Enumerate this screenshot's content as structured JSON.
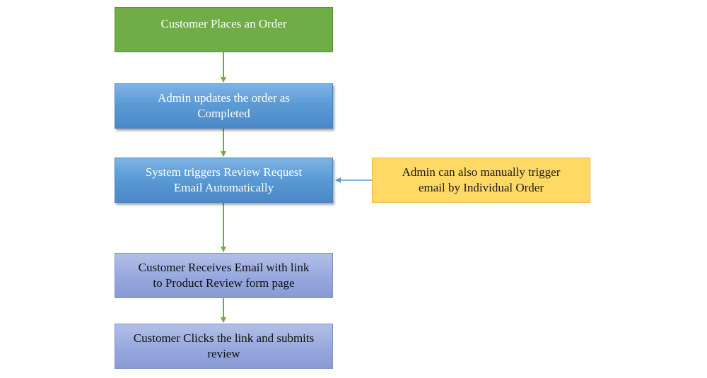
{
  "diagram": {
    "nodes": {
      "order_placed": "Customer Places an Order",
      "admin_completes": "Admin updates the order as\nCompleted",
      "system_triggers": "System triggers Review Request\nEmail Automatically",
      "manual_trigger": "Admin can also manually trigger\nemail by Individual Order",
      "customer_receives": "Customer Receives Email with link\nto Product Review form page",
      "customer_submits": "Customer Clicks the link and submits\nreview"
    },
    "colors": {
      "green_box": "#70ad47",
      "blue_box": "#5b9bd5",
      "orange_box": "#ffd966",
      "purple_box": "#94a6dc",
      "green_arrow": "#70ad47",
      "blue_arrow": "#5b9bd5"
    }
  }
}
